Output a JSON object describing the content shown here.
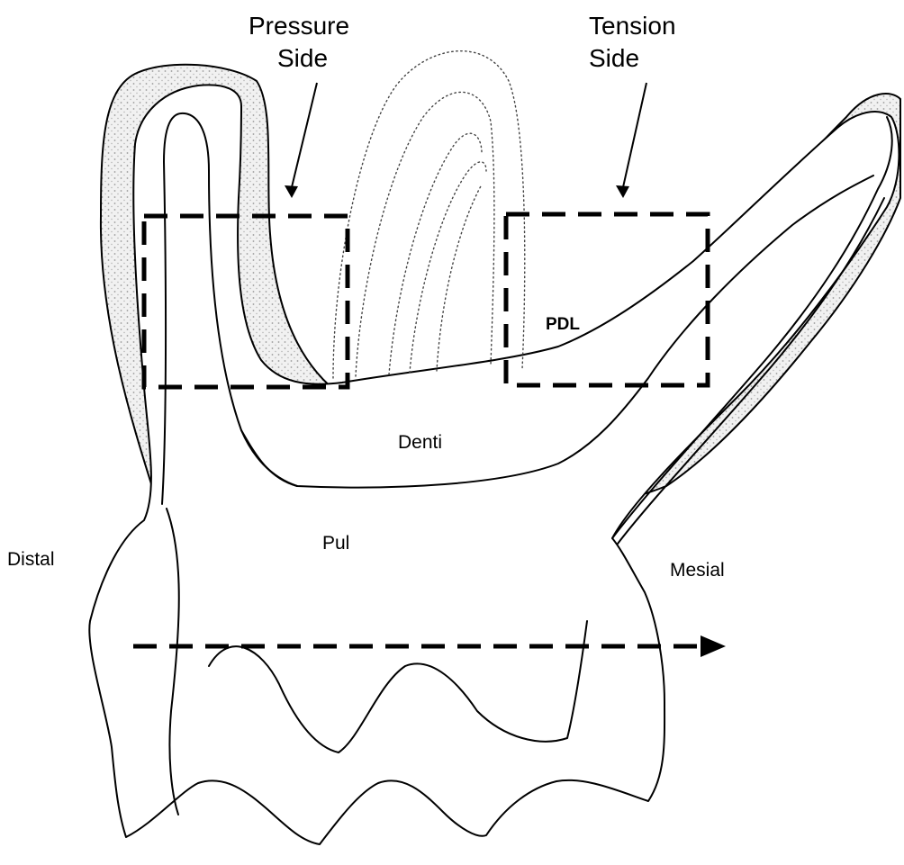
{
  "labels": {
    "pressure_side": [
      "Pressure",
      "Side"
    ],
    "tension_side": [
      "Tension",
      "Side"
    ],
    "pdl": "PDL",
    "dentin": "Denti",
    "pulp": "Pul",
    "distal": "Distal",
    "mesial": "Mesial"
  },
  "colors": {
    "ink": "#000000",
    "pdl_stipple": "#d9d9d9",
    "tooth_fill": "#ffffff"
  }
}
